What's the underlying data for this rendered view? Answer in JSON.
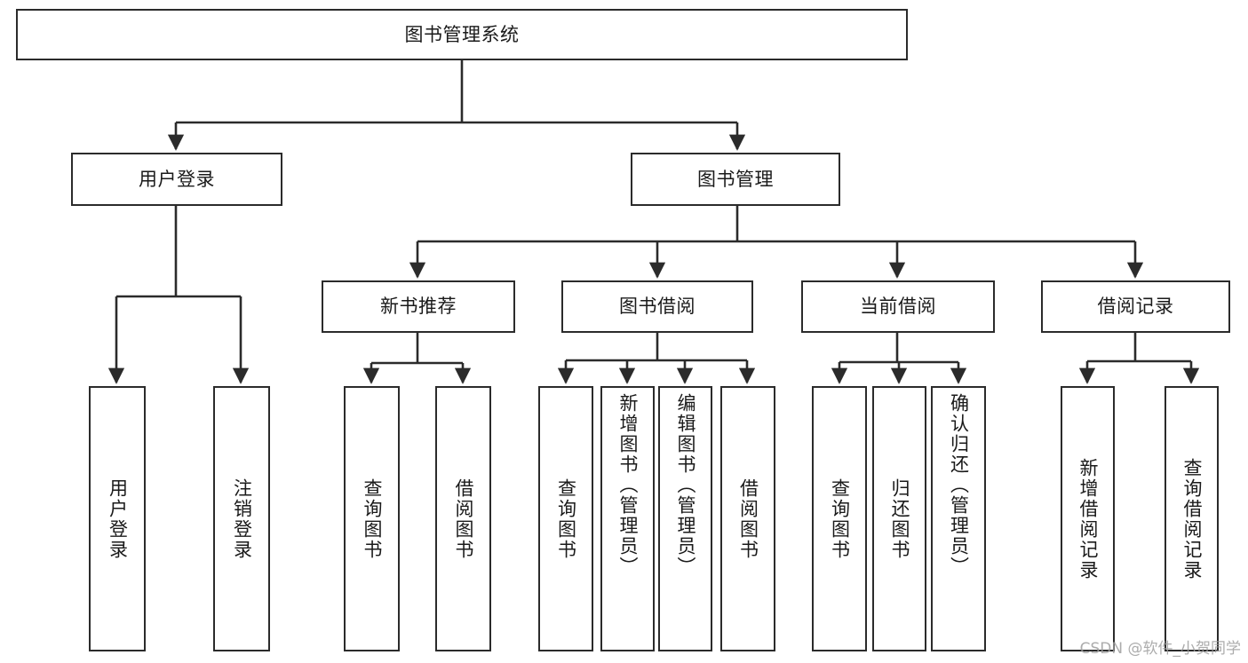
{
  "diagram": {
    "type": "tree-hierarchy-chart",
    "title": "图书管理系统",
    "colors": {
      "box_border": "#2b2b2b",
      "box_fill": "#ffffff",
      "connector": "#2b2b2b",
      "text": "#1a1a1a",
      "watermark": "#9e9e9e",
      "background": "#ffffff"
    },
    "root": {
      "label": "图书管理系统"
    },
    "level1": [
      {
        "label": "用户登录"
      },
      {
        "label": "图书管理"
      }
    ],
    "level2": [
      {
        "label": "新书推荐"
      },
      {
        "label": "图书借阅"
      },
      {
        "label": "当前借阅"
      },
      {
        "label": "借阅记录"
      }
    ],
    "leaves": {
      "user_login": [
        {
          "label": "用户登录"
        },
        {
          "label": "注销登录"
        }
      ],
      "new_book_recommend": [
        {
          "label": "查询图书"
        },
        {
          "label": "借阅图书"
        }
      ],
      "book_borrow": [
        {
          "label": "查询图书"
        },
        {
          "label": "新增图书（管理员）"
        },
        {
          "label": "编辑图书（管理员）"
        },
        {
          "label": "借阅图书"
        }
      ],
      "current_borrow": [
        {
          "label": "查询图书"
        },
        {
          "label": "归还图书"
        },
        {
          "label": "确认归还（管理员）"
        }
      ],
      "borrow_record": [
        {
          "label": "新增借阅记录"
        },
        {
          "label": "查询借阅记录"
        }
      ]
    }
  },
  "watermark": {
    "text": "CSDN @软件_小贺同学"
  }
}
